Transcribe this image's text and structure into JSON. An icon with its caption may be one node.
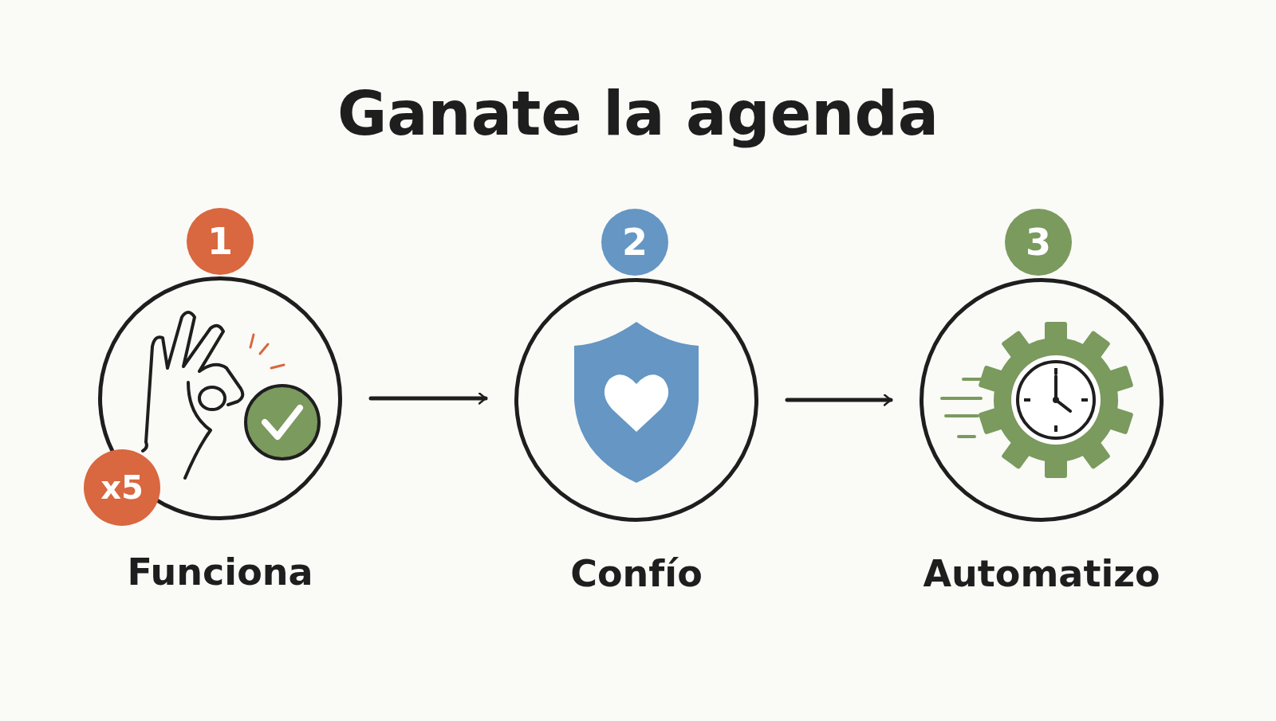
{
  "diagram": {
    "title": "Ganate la agenda",
    "nodes": [
      {
        "text": [
          "1"
        ]
      },
      {
        "text": [
          "Funciona"
        ]
      },
      {
        "text": [
          "x5"
        ]
      },
      {
        "text": [
          "2"
        ]
      },
      {
        "text": [
          "Confío"
        ]
      },
      {
        "text": [
          "3"
        ]
      },
      {
        "text": [
          "Automatizo"
        ]
      }
    ],
    "edges": [
      {
        "from": 1,
        "to": 4,
        "arrow": "to"
      },
      {
        "from": 4,
        "to": 6,
        "arrow": "to"
      }
    ]
  }
}
